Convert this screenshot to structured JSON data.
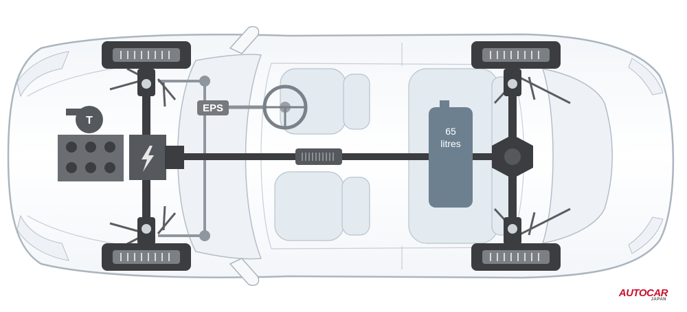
{
  "labels": {
    "eps": "EPS",
    "turbo_symbol": "T",
    "tank_capacity_number": "65",
    "tank_capacity_unit": "litres"
  },
  "logo": {
    "brand": "AUTOCAR",
    "region": "JAPAN"
  },
  "colors": {
    "body_outline": "#b9c3cc",
    "glass": "#e8eef3",
    "drivetrain": "#3b3d40",
    "engine": "#5f6266",
    "tank": "#6c8090",
    "tank_text": "#ffffff",
    "brand_red": "#c8102e"
  }
}
